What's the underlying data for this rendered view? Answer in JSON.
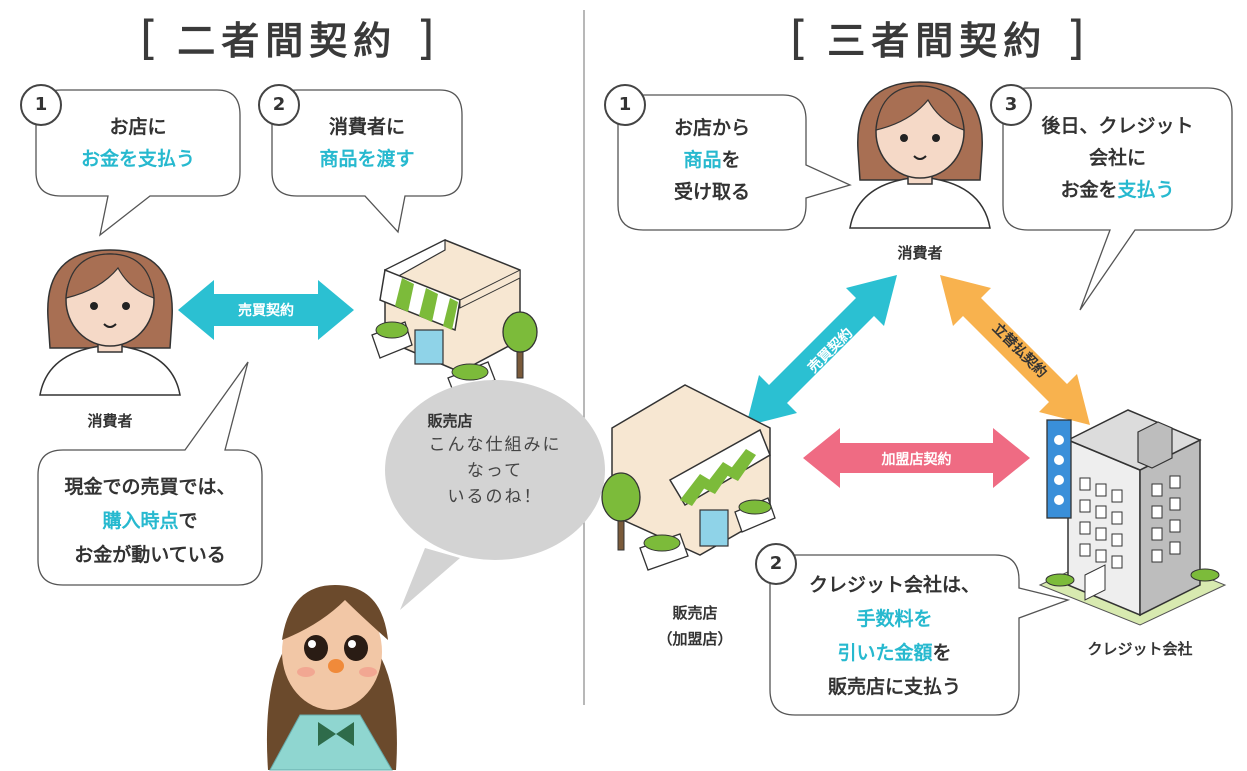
{
  "left": {
    "title_open": "[",
    "title": "二者間契約",
    "title_close": "]",
    "bubble1": {
      "num": "1",
      "line1": "お店に",
      "line2_hl": "お金を支払う"
    },
    "bubble2": {
      "num": "2",
      "line1": "消費者に",
      "line2_hl": "商品を渡す"
    },
    "consumer_label": "消費者",
    "shop_label": "販売店",
    "arrow_label": "売買契約",
    "note": {
      "line1": "現金での売買では、",
      "line2_hl": "購入時点",
      "line2_rest": "で",
      "line3": "お金が動いている"
    }
  },
  "right": {
    "title_open": "[",
    "title": "三者間契約",
    "title_close": "]",
    "bubble1": {
      "num": "1",
      "line1": "お店から",
      "line2_hl": "商品",
      "line2_rest": "を",
      "line3": "受け取る"
    },
    "bubble3": {
      "num": "3",
      "line1": "後日、クレジット",
      "line2": "会社に",
      "line3_a": "お金を",
      "line3_hl": "支払う"
    },
    "bubble2": {
      "num": "2",
      "line1": "クレジット会社は、",
      "line2_hl": "手数料を",
      "line3_hl": "引いた金額",
      "line3_rest": "を",
      "line4": "販売店に支払う"
    },
    "consumer_label": "消費者",
    "shop_label_1": "販売店",
    "shop_label_2": "（加盟店）",
    "company_label": "クレジット会社",
    "arrow_buy": "売買契約",
    "arrow_advance": "立替払契約",
    "arrow_member": "加盟店契約"
  },
  "speech": {
    "line1": "こんな仕組みに",
    "line2": "なって",
    "line3": "いるのね！"
  },
  "colors": {
    "highlight": "#27b9cf",
    "arrow_cyan": "#2bc0d2",
    "arrow_orange": "#f8b24e",
    "arrow_pink": "#ef6b83"
  }
}
